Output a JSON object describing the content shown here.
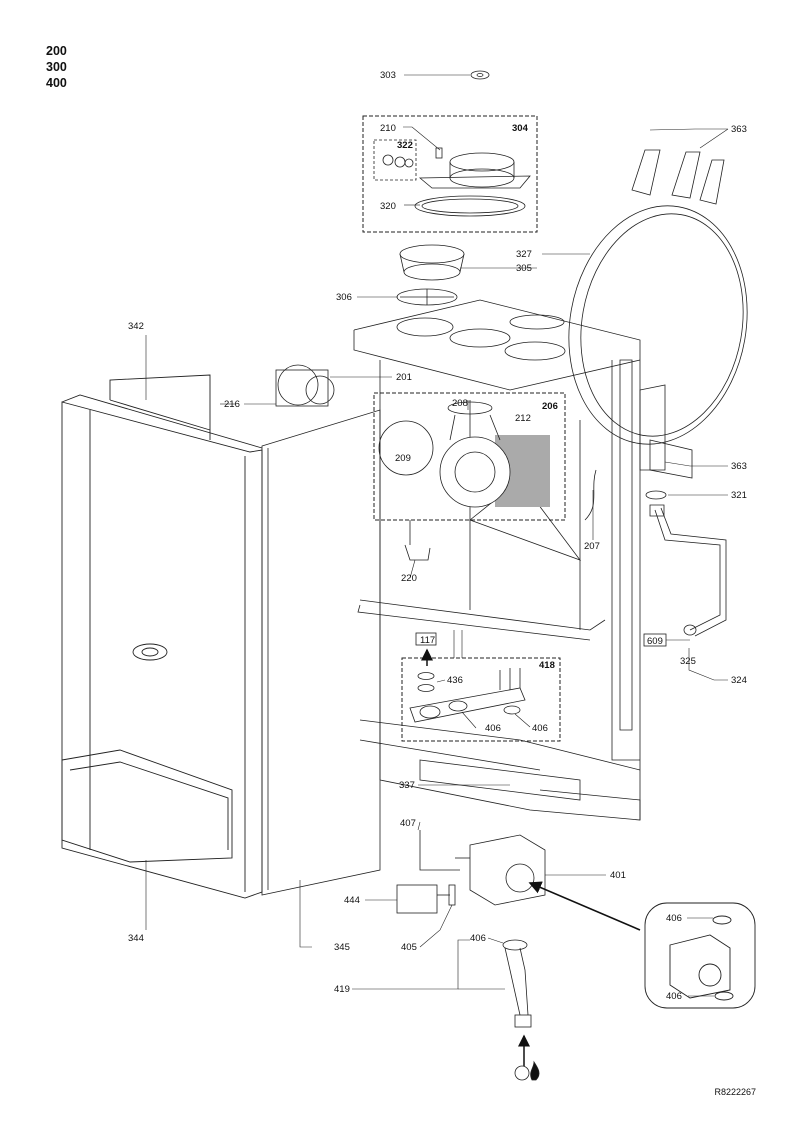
{
  "models": [
    "200",
    "300",
    "400"
  ],
  "reference": "R8222267",
  "part_labels": [
    {
      "text": "303",
      "bold": false
    },
    {
      "text": "304",
      "bold": true
    },
    {
      "text": "210",
      "bold": false
    },
    {
      "text": "322",
      "bold": true
    },
    {
      "text": "320",
      "bold": false
    },
    {
      "text": "363",
      "bold": false
    },
    {
      "text": "327",
      "bold": false
    },
    {
      "text": "305",
      "bold": false
    },
    {
      "text": "306",
      "bold": false
    },
    {
      "text": "342",
      "bold": false
    },
    {
      "text": "201",
      "bold": false
    },
    {
      "text": "216",
      "bold": false
    },
    {
      "text": "208",
      "bold": false
    },
    {
      "text": "212",
      "bold": false
    },
    {
      "text": "206",
      "bold": true
    },
    {
      "text": "209",
      "bold": false
    },
    {
      "text": "363",
      "bold": false
    },
    {
      "text": "321",
      "bold": false
    },
    {
      "text": "207",
      "bold": false
    },
    {
      "text": "220",
      "bold": false
    },
    {
      "text": "117",
      "bold": false
    },
    {
      "text": "436",
      "bold": false
    },
    {
      "text": "418",
      "bold": true
    },
    {
      "text": "406",
      "bold": false
    },
    {
      "text": "406",
      "bold": false
    },
    {
      "text": "609",
      "bold": false
    },
    {
      "text": "325",
      "bold": false
    },
    {
      "text": "324",
      "bold": false
    },
    {
      "text": "337",
      "bold": false
    },
    {
      "text": "407",
      "bold": false
    },
    {
      "text": "401",
      "bold": false
    },
    {
      "text": "344",
      "bold": false
    },
    {
      "text": "444",
      "bold": false
    },
    {
      "text": "405",
      "bold": false
    },
    {
      "text": "345",
      "bold": false
    },
    {
      "text": "406",
      "bold": false
    },
    {
      "text": "419",
      "bold": false
    },
    {
      "text": "406",
      "bold": false
    },
    {
      "text": "406",
      "bold": false
    }
  ]
}
